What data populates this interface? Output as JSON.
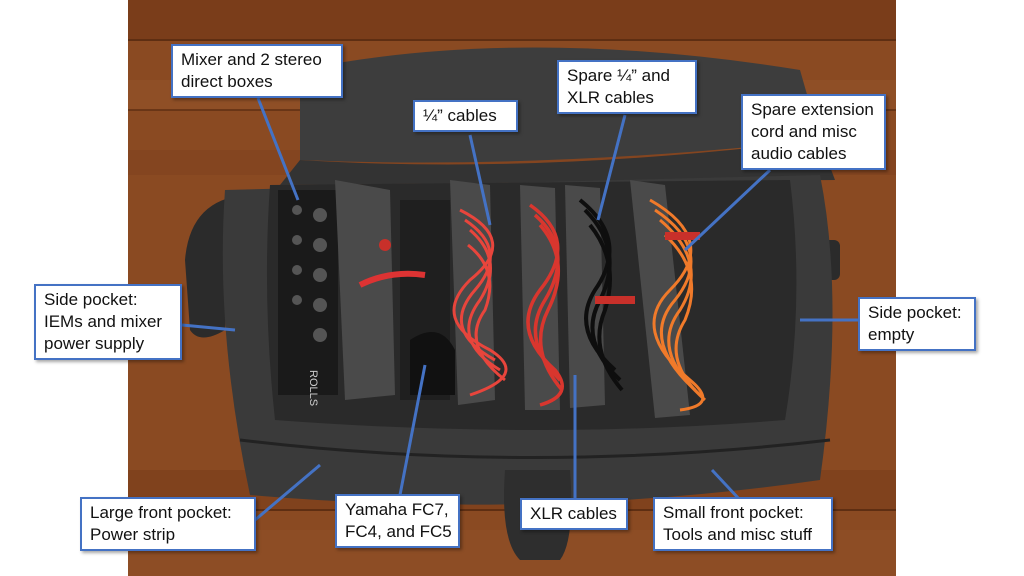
{
  "colors": {
    "callout_border": "#4472c4",
    "leader_line": "#4472c4",
    "floor_wood": "#8a4a22",
    "bag_fabric": "#3a3a3a",
    "red_cable": "#e8453c",
    "orange_cable": "#f07a2a"
  },
  "labels": {
    "mixer": {
      "line1": "Mixer and 2 stereo",
      "line2": "direct boxes"
    },
    "quarter_cables": {
      "line1": "¼” cables"
    },
    "spare_quarter_xlr": {
      "line1": "Spare ¼” and",
      "line2": "XLR cables"
    },
    "spare_extension": {
      "line1": "Spare extension",
      "line2": "cord and misc",
      "line3": "audio cables"
    },
    "side_pocket_left": {
      "line1": "Side pocket:",
      "line2": "IEMs and mixer",
      "line3": "power supply"
    },
    "side_pocket_right": {
      "line1": "Side pocket:",
      "line2": "empty"
    },
    "large_front_pocket": {
      "line1": "Large front pocket:",
      "line2": "Power strip"
    },
    "yamaha": {
      "line1": "Yamaha FC7,",
      "line2": "FC4, and FC5"
    },
    "xlr_cables": {
      "line1": "XLR cables"
    },
    "small_front_pocket": {
      "line1": "Small front pocket:",
      "line2": "Tools and misc stuff"
    }
  },
  "mixer_brand": "ROLLS"
}
